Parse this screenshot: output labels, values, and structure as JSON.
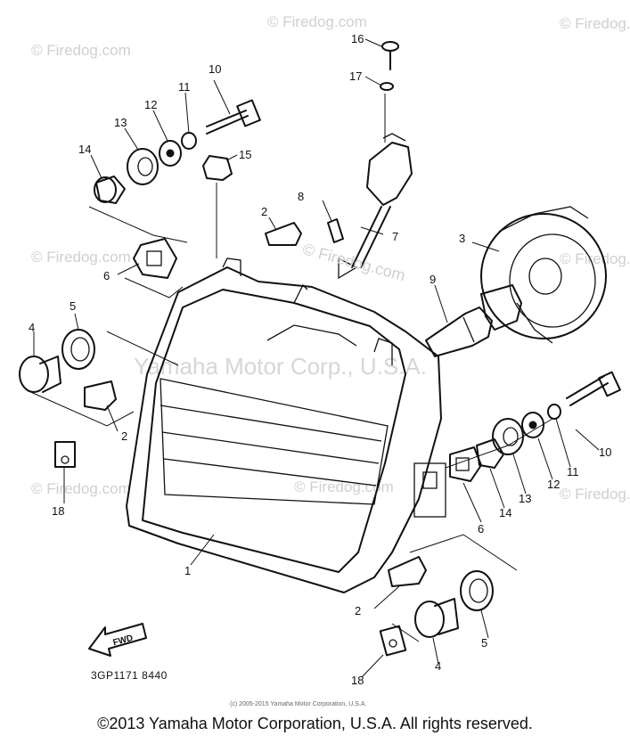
{
  "watermarks": {
    "small": "© Firedog.com",
    "center": "© Firedog.com",
    "company": "Yamaha Motor Corp., U.S.A."
  },
  "labels": {
    "l1": "1",
    "l2a": "2",
    "l2b": "2",
    "l2c": "2",
    "l3": "3",
    "l4a": "4",
    "l4b": "4",
    "l5a": "5",
    "l5b": "5",
    "l6a": "6",
    "l6b": "6",
    "l7": "7",
    "l8": "8",
    "l9": "9",
    "l10a": "10",
    "l10b": "10",
    "l11a": "11",
    "l11b": "11",
    "l12a": "12",
    "l12b": "12",
    "l13a": "13",
    "l13b": "13",
    "l14a": "14",
    "l14b": "14",
    "l15": "15",
    "l16": "16",
    "l17": "17",
    "l18a": "18",
    "l18b": "18"
  },
  "fwd_label": "FWD",
  "drawing_code": "3GP1171 8440",
  "small_copyright": "(c) 2005-2015 Yamaha Motor Corporation, U.S.A.",
  "copyright": "©2013 Yamaha Motor Corporation, U.S.A. All rights reserved."
}
